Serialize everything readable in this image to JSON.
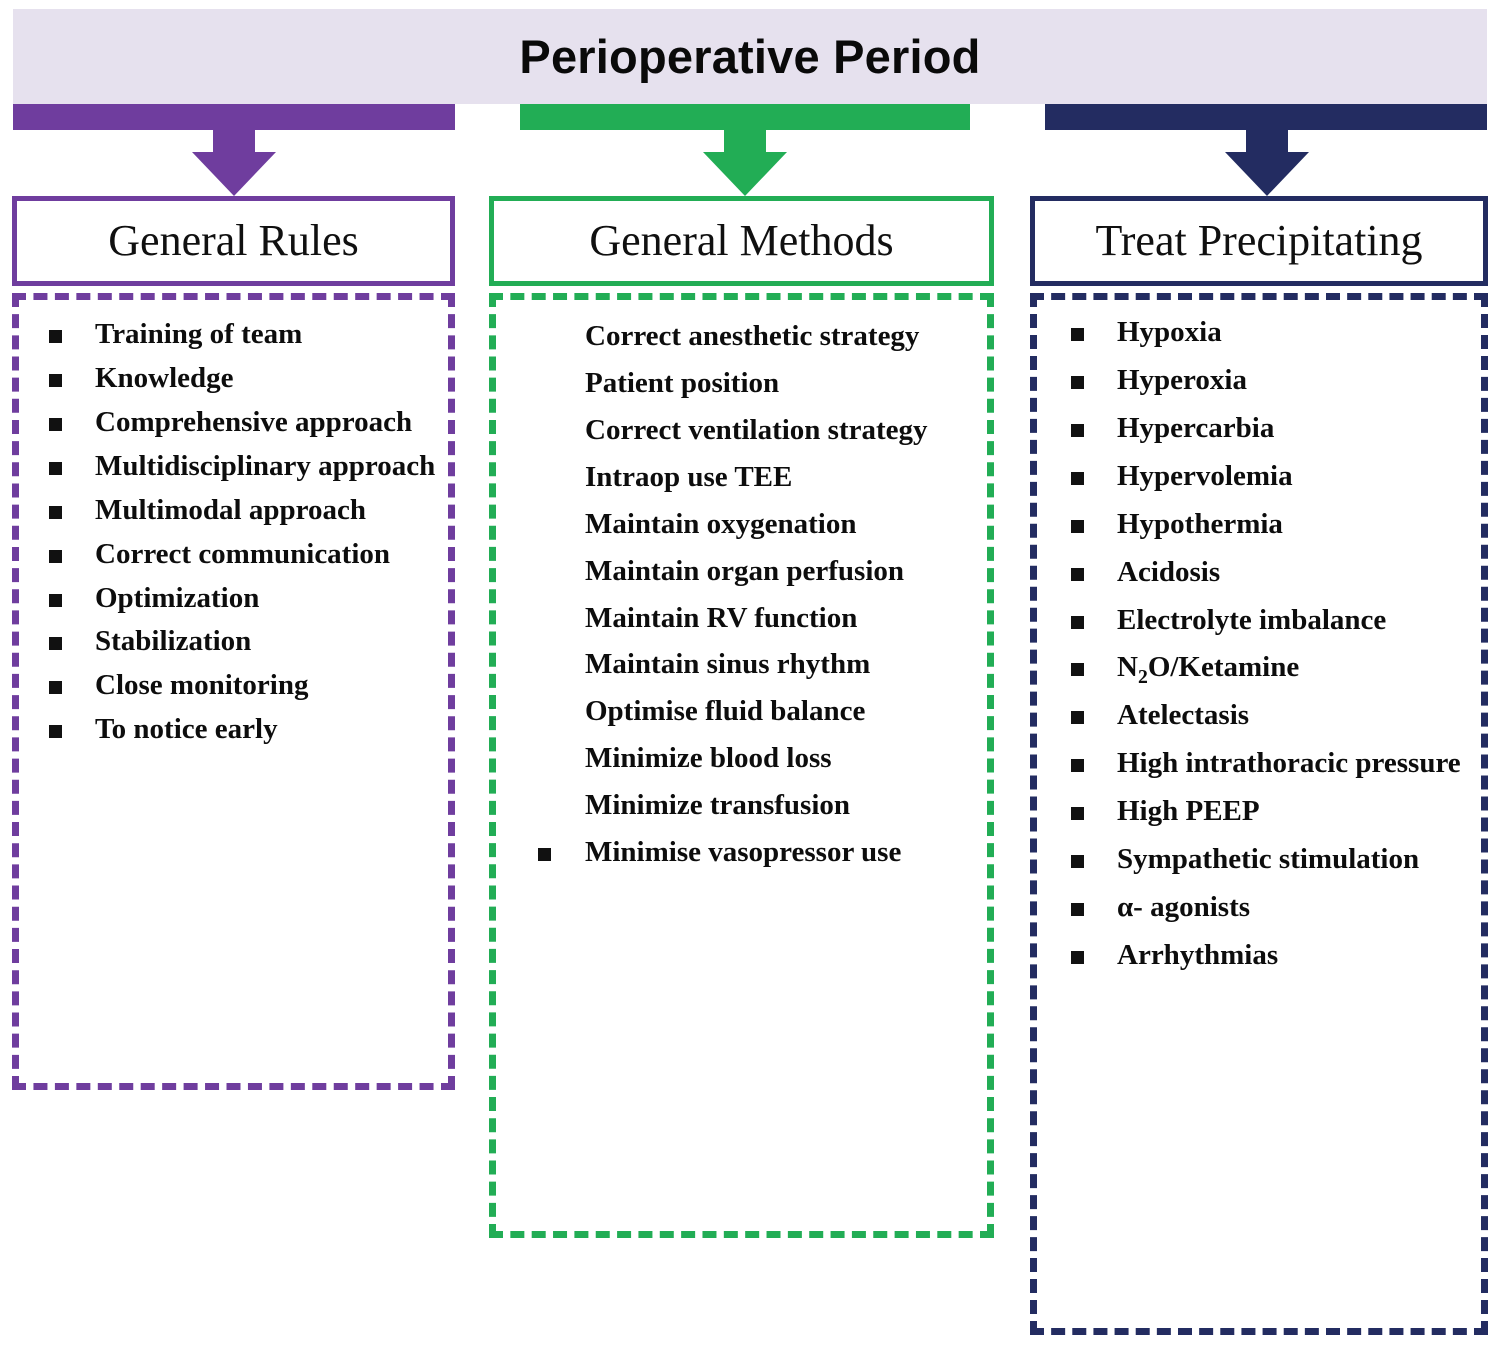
{
  "header": {
    "title": "Perioperative Period",
    "background_color": "#e6e1ee"
  },
  "colors": {
    "purple": "#6f3d9e",
    "green": "#22ad55",
    "navy": "#232c61",
    "text": "#0d0d0d",
    "page_background": "#ffffff"
  },
  "columns": [
    {
      "id": "general-rules",
      "title": "General Rules",
      "accent_color": "#6f3d9e",
      "arrow_icon": "arrow-down-icon",
      "items": [
        {
          "label": "Training of team",
          "bullet": true
        },
        {
          "label": "Knowledge",
          "bullet": true
        },
        {
          "label": "Comprehensive approach",
          "bullet": true
        },
        {
          "label": "Multidisciplinary approach",
          "bullet": true
        },
        {
          "label": "Multimodal approach",
          "bullet": true
        },
        {
          "label": "Correct communication",
          "bullet": true
        },
        {
          "label": "Optimization",
          "bullet": true
        },
        {
          "label": "Stabilization",
          "bullet": true
        },
        {
          "label": "Close monitoring",
          "bullet": true
        },
        {
          "label": "To notice early",
          "bullet": true
        }
      ]
    },
    {
      "id": "general-methods",
      "title": "General Methods",
      "accent_color": "#22ad55",
      "arrow_icon": "arrow-down-icon",
      "items": [
        {
          "label": "Correct anesthetic strategy",
          "bullet": false
        },
        {
          "label": "Patient position",
          "bullet": false
        },
        {
          "label": "Correct ventilation strategy",
          "bullet": false
        },
        {
          "label": "Intraop use TEE",
          "bullet": false
        },
        {
          "label": "Maintain oxygenation",
          "bullet": false
        },
        {
          "label": "Maintain organ perfusion",
          "bullet": false
        },
        {
          "label": "Maintain RV function",
          "bullet": false
        },
        {
          "label": "Maintain sinus rhythm",
          "bullet": false
        },
        {
          "label": "Optimise fluid balance",
          "bullet": false
        },
        {
          "label": "Minimize blood loss",
          "bullet": false
        },
        {
          "label": "Minimize transfusion",
          "bullet": false
        },
        {
          "label": "Minimise vasopressor use",
          "bullet": true
        }
      ]
    },
    {
      "id": "treat-precipitating",
      "title": "Treat Precipitating",
      "accent_color": "#232c61",
      "arrow_icon": "arrow-down-icon",
      "items": [
        {
          "label": "Hypoxia",
          "bullet": true
        },
        {
          "label": "Hyperoxia",
          "bullet": true
        },
        {
          "label": "Hypercarbia",
          "bullet": true
        },
        {
          "label": "Hypervolemia",
          "bullet": true
        },
        {
          "label": "Hypothermia",
          "bullet": true
        },
        {
          "label": "Acidosis",
          "bullet": true
        },
        {
          "label": "Electrolyte imbalance",
          "bullet": true
        },
        {
          "label": "N2O/Ketamine",
          "bullet": true,
          "html": "N<sub>2</sub>O/Ketamine"
        },
        {
          "label": "Atelectasis",
          "bullet": true
        },
        {
          "label": "High intrathoracic pressure",
          "bullet": true
        },
        {
          "label": "High PEEP",
          "bullet": true
        },
        {
          "label": "Sympathetic stimulation",
          "bullet": true
        },
        {
          "label": "α- agonists",
          "bullet": true
        },
        {
          "label": "Arrhythmias",
          "bullet": true
        }
      ]
    }
  ]
}
